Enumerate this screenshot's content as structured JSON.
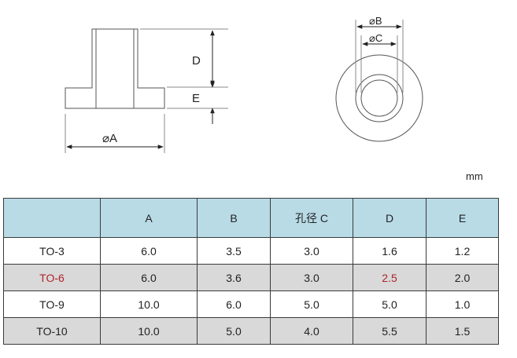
{
  "diagram": {
    "side_view_labels": {
      "d": "D",
      "e": "E",
      "a": "⌀A"
    },
    "top_view_labels": {
      "b": "⌀B",
      "c": "⌀C"
    }
  },
  "unit": "mm",
  "table": {
    "headers": [
      "",
      "A",
      "B",
      "孔径 C",
      "D",
      "E"
    ],
    "rows": [
      {
        "cells": [
          "TO-3",
          "6.0",
          "3.5",
          "3.0",
          "1.6",
          "1.2"
        ]
      },
      {
        "cells": [
          "TO-6",
          "6.0",
          "3.6",
          "3.0",
          "2.5",
          "2.0"
        ]
      },
      {
        "cells": [
          "TO-9",
          "10.0",
          "6.0",
          "5.0",
          "5.0",
          "1.0"
        ]
      },
      {
        "cells": [
          "TO-10",
          "10.0",
          "5.0",
          "4.0",
          "5.5",
          "1.5"
        ]
      }
    ]
  },
  "colors": {
    "header_bg": "#b8dbe6",
    "shaded_row_bg": "#d9d9d9",
    "highlight_text": "#b0222a"
  }
}
